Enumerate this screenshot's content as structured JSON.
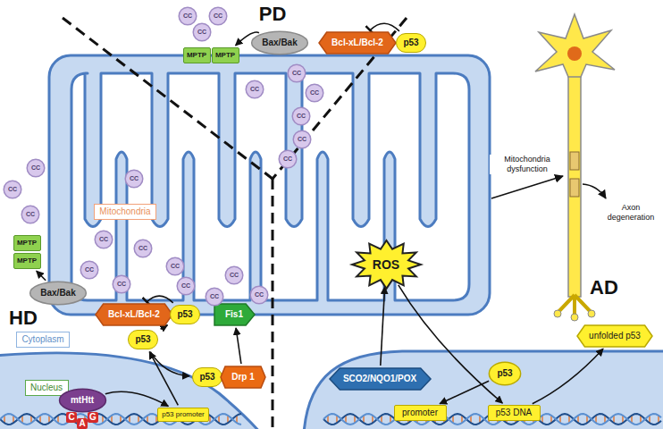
{
  "diagram": {
    "nodes": [
      {
        "text": [
          "Mitochondria"
        ]
      },
      {
        "text": [
          "Cytoplasm"
        ]
      },
      {
        "text": [
          "Nucleus"
        ]
      },
      {
        "text": [
          "MPTP"
        ]
      },
      {
        "text": [
          "MPTP"
        ]
      },
      {
        "text": [
          "Bax/Bak"
        ]
      },
      {
        "text": [
          "Bcl-xL/Bcl-2"
        ]
      },
      {
        "text": [
          "p53"
        ]
      },
      {
        "text": [
          "MPTP"
        ]
      },
      {
        "text": [
          "MPTP"
        ]
      },
      {
        "text": [
          "Bax/Bak"
        ]
      },
      {
        "text": [
          "Bcl-xL/Bcl-2"
        ]
      },
      {
        "text": [
          "p53"
        ]
      },
      {
        "text": [
          "Fis1"
        ]
      },
      {
        "text": [
          "p53"
        ]
      },
      {
        "text": [
          "p53"
        ]
      },
      {
        "text": [
          "Drp 1"
        ]
      },
      {
        "text": [
          "mtHtt"
        ]
      },
      {
        "text": [
          "p53 promoter"
        ]
      },
      {
        "text": [
          "ROS"
        ]
      },
      {
        "text": [
          "SCO2/NQO1/POX"
        ]
      },
      {
        "text": [
          "p53"
        ]
      },
      {
        "text": [
          "promoter"
        ]
      },
      {
        "text": [
          "p53 DNA"
        ]
      },
      {
        "text": [
          "unfolded p53"
        ]
      },
      {
        "text": [
          "CC"
        ]
      },
      {
        "text": [
          "CC"
        ]
      },
      {
        "text": [
          "CC"
        ]
      },
      {
        "text": [
          "CC"
        ]
      },
      {
        "text": [
          "CC"
        ]
      },
      {
        "text": [
          "CC"
        ]
      },
      {
        "text": [
          "CC"
        ]
      },
      {
        "text": [
          "CC"
        ]
      },
      {
        "text": [
          "CC"
        ]
      },
      {
        "text": [
          "CC"
        ]
      },
      {
        "text": [
          "CC"
        ]
      },
      {
        "text": [
          "CC"
        ]
      },
      {
        "text": [
          "CC"
        ]
      },
      {
        "text": [
          "CC"
        ]
      },
      {
        "text": [
          "CC"
        ]
      },
      {
        "text": [
          "CC"
        ]
      },
      {
        "text": [
          "CC"
        ]
      },
      {
        "text": [
          "CC"
        ]
      },
      {
        "text": [
          "CC"
        ]
      },
      {
        "text": [
          "CC"
        ]
      },
      {
        "text": [
          "CC"
        ]
      },
      {
        "text": [
          "CC"
        ]
      }
    ],
    "edges": [
      {
        "from": 5,
        "to": 4,
        "arrow": "to"
      },
      {
        "from": 7,
        "to": 6,
        "arrow": "to"
      },
      {
        "from": 10,
        "to": 9,
        "arrow": "to"
      },
      {
        "from": 12,
        "to": 11,
        "arrow": "to"
      },
      {
        "from": 17,
        "to": 18,
        "arrow": "to"
      },
      {
        "from": 18,
        "to": 14,
        "arrow": "to"
      },
      {
        "from": 14,
        "to": 12,
        "arrow": "to"
      },
      {
        "from": 14,
        "to": 15,
        "arrow": "to"
      },
      {
        "from": 16,
        "to": 13,
        "arrow": "to"
      },
      {
        "from": 20,
        "to": 19,
        "arrow": "to"
      },
      {
        "from": 19,
        "to": 23,
        "arrow": "to"
      },
      {
        "from": 21,
        "to": 22,
        "arrow": "to"
      },
      {
        "from": 23,
        "to": 24,
        "arrow": "to"
      }
    ],
    "labels": [
      "PD",
      "Mitochondria dysfunction",
      "Axon degeneration",
      "HD",
      "AD",
      "C",
      "A",
      "G"
    ]
  }
}
